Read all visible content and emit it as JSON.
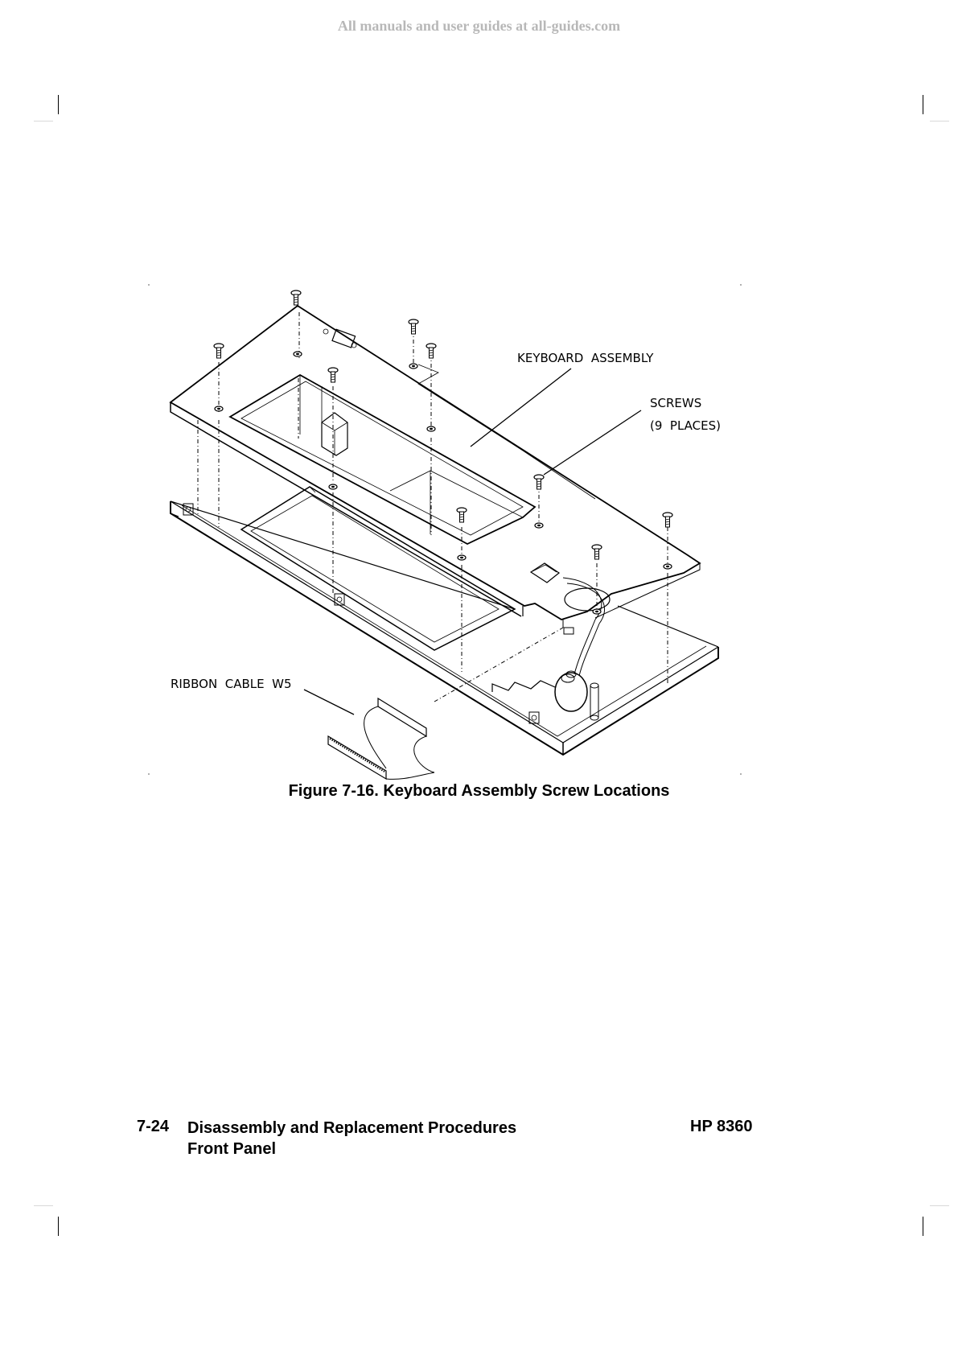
{
  "watermark": "All manuals and user guides at all-guides.com",
  "figure": {
    "caption": "Figure 7-16. Keyboard Assembly Screw Locations",
    "labels": {
      "keyboard_assembly": "KEYBOARD  ASSEMBLY",
      "screws": "SCREWS",
      "screws_places": "(9  PLACES)",
      "ribbon_cable": "RIBBON  CABLE  W5"
    }
  },
  "footer": {
    "page_number": "7-24",
    "section_title": "Disassembly and Replacement Procedures",
    "subsection": "Front Panel",
    "model": "HP 8360"
  }
}
